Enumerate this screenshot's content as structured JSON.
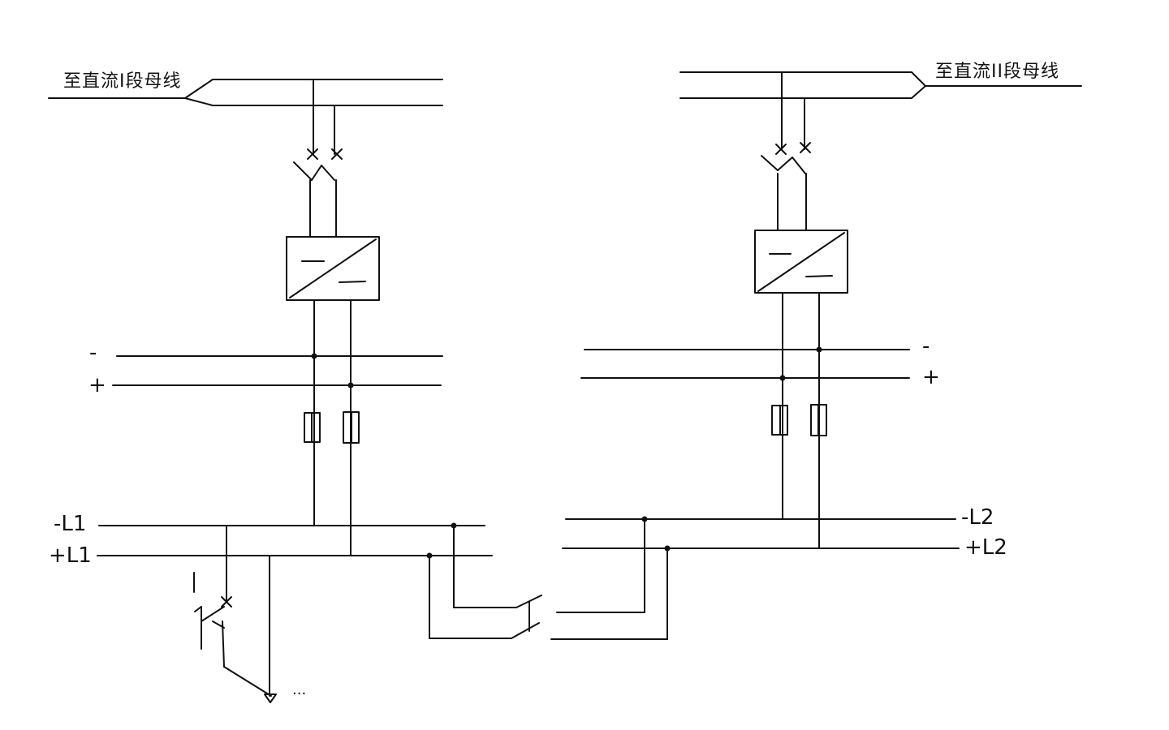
{
  "left_panel": {
    "bus_label": "至直流I段母线",
    "minus_label": "-",
    "plus_label": "+",
    "minus_bus_label": "-L1",
    "plus_bus_label": "+L1",
    "ellipsis": "..."
  },
  "right_panel": {
    "bus_label": "至直流II段母线",
    "minus_label": "-",
    "plus_label": "+",
    "minus_bus_label": "-L2",
    "plus_bus_label": "+L2"
  },
  "colors": {
    "line": "#111111",
    "background": "#ffffff"
  }
}
